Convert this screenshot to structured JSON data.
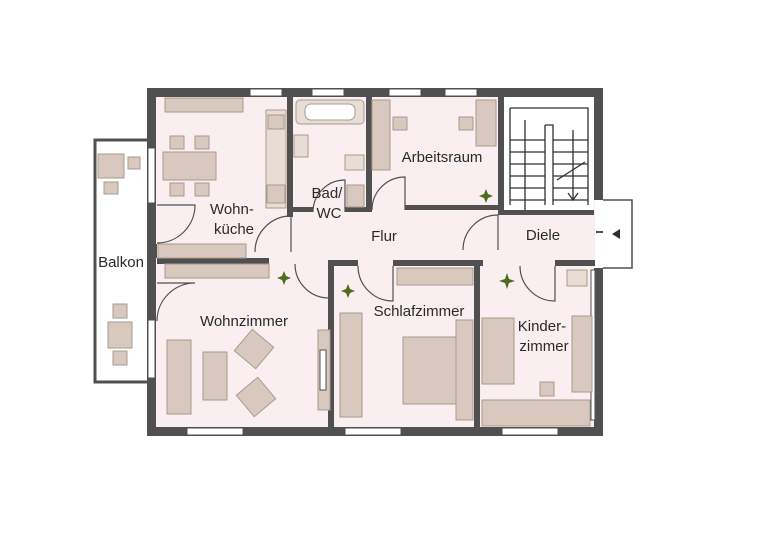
{
  "rooms": {
    "wohnkueche": "Wohn-\nküche",
    "bad_wc": "Bad/\nWC",
    "arbeitsraum": "Arbeitsraum",
    "flur": "Flur",
    "diele": "Diele",
    "balkon": "Balkon",
    "wohnzimmer": "Wohnzimmer",
    "schlafzimmer": "Schlafzimmer",
    "kinderzimmer": "Kinder-\nzimmer"
  },
  "icons": [
    "plant-icon",
    "entrance-arrow-icon",
    "bathtub-icon",
    "sink-icon",
    "stove-icon",
    "bed-icon",
    "sofa-icon",
    "armchair-icon",
    "table-icon",
    "chair-icon"
  ],
  "colors": {
    "wall": "#505050",
    "floor": "#f9eff0",
    "furniture": "#d8c8bd",
    "plant": "#4f6b1e"
  }
}
